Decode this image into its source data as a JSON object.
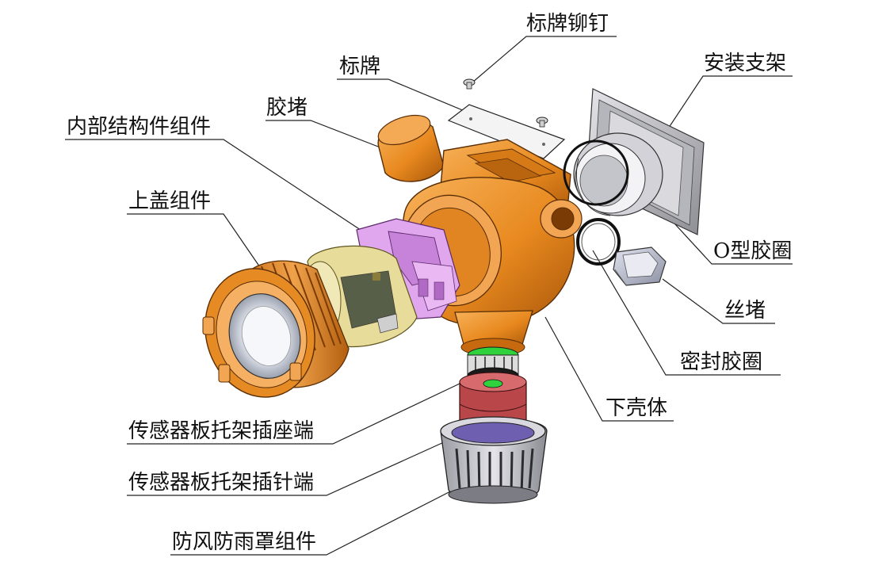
{
  "labels": {
    "nameplate_rivet": "标牌铆钉",
    "nameplate": "标牌",
    "rubber_plug": "胶堵",
    "internal_structure": "内部结构件组件",
    "top_cover": "上盖组件",
    "mounting_bracket": "安装支架",
    "o_ring": "O型胶圈",
    "screw_plug": "丝堵",
    "seal_ring": "密封胶圈",
    "lower_housing": "下壳体",
    "sensor_socket": "传感器板托架插座端",
    "sensor_pin": "传感器板托架插针端",
    "rain_shield": "防风防雨罩组件"
  },
  "colors": {
    "housing": "#e8891f",
    "housing_dark": "#a8560a",
    "cover_light": "#f3b46a",
    "internal": "#e0a7ee",
    "sensor_board": "#e8dc9a",
    "bracket": "#c8c8cc",
    "sensor_red": "#b9474a",
    "sensor_green": "#2fd13c",
    "plug": "#b9bdcc"
  }
}
